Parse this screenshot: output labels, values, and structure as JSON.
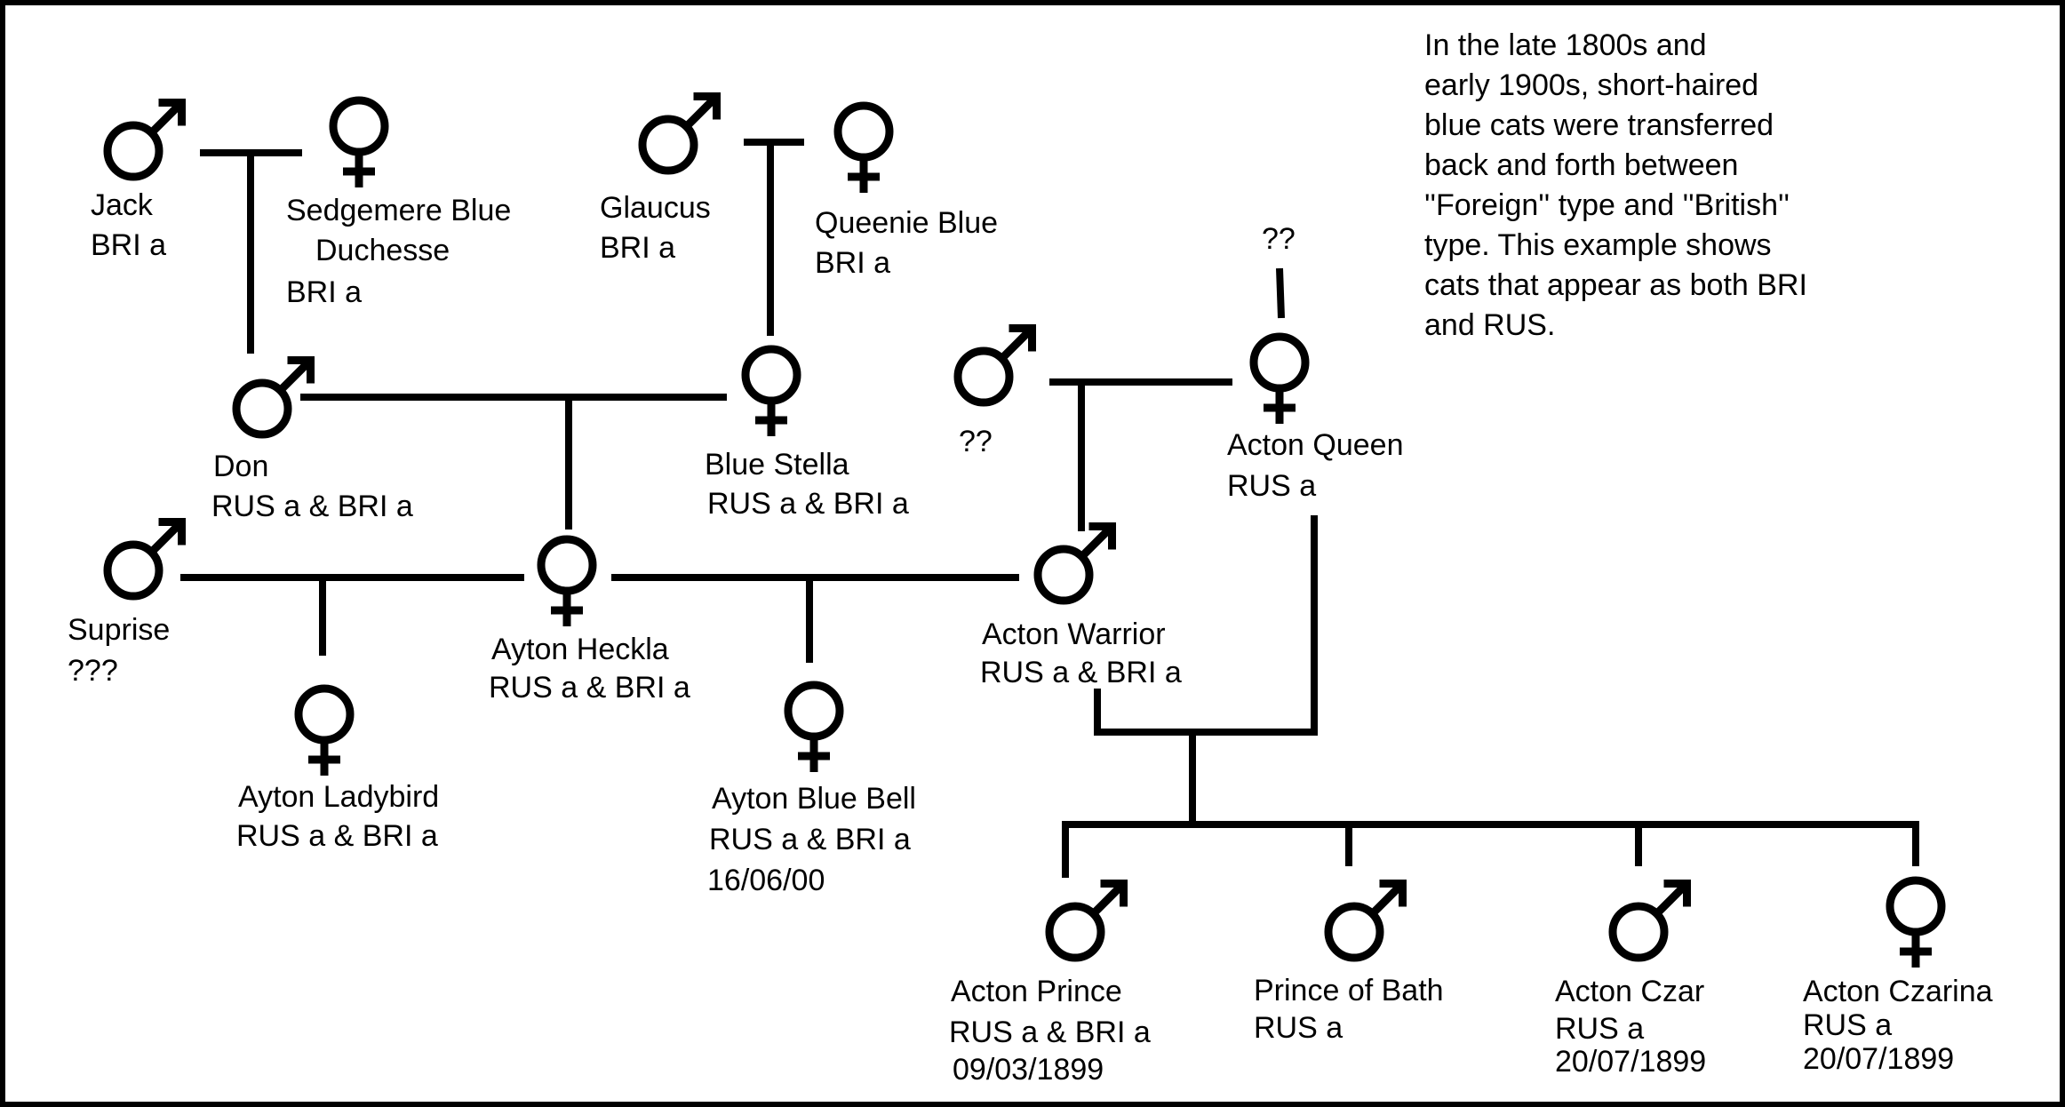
{
  "note": {
    "lines": [
      "In the late 1800s and",
      "early 1900s, short-haired",
      "blue cats were transferred",
      "back and forth between",
      "''Foreign'' type and ''British''",
      "type. This example shows",
      "cats that appear as both BRI",
      "and RUS."
    ]
  },
  "cats": {
    "jack": {
      "sex": "male",
      "lines": [
        "Jack",
        "BRI a"
      ]
    },
    "sedgemere": {
      "sex": "female",
      "lines": [
        "Sedgemere Blue",
        "Duchesse",
        "BRI a"
      ]
    },
    "glaucus": {
      "sex": "male",
      "lines": [
        "Glaucus",
        "BRI a"
      ]
    },
    "queenie": {
      "sex": "female",
      "lines": [
        "Queenie Blue",
        "BRI a"
      ]
    },
    "unknown_mother": {
      "sex": "unknown",
      "lines": [
        "??"
      ]
    },
    "don": {
      "sex": "male",
      "lines": [
        "Don",
        "RUS a  & BRI a"
      ]
    },
    "blue_stella": {
      "sex": "female",
      "lines": [
        "Blue Stella",
        "RUS a  & BRI a"
      ]
    },
    "unknown_male": {
      "sex": "male",
      "lines": [
        "??"
      ]
    },
    "acton_queen": {
      "sex": "female",
      "lines": [
        "Acton Queen",
        "RUS a"
      ]
    },
    "suprise": {
      "sex": "male",
      "lines": [
        "Suprise",
        "???"
      ]
    },
    "ayton_heckla": {
      "sex": "female",
      "lines": [
        "Ayton Heckla",
        "RUS a  & BRI a"
      ]
    },
    "acton_warrior": {
      "sex": "male",
      "lines": [
        "Acton Warrior",
        "RUS a  & BRI a"
      ]
    },
    "ayton_ladybird": {
      "sex": "female",
      "lines": [
        "Ayton Ladybird",
        "RUS a  & BRI a"
      ]
    },
    "ayton_blue_bell": {
      "sex": "female",
      "lines": [
        "Ayton Blue Bell",
        "RUS a  & BRI a",
        "16/06/00"
      ]
    },
    "acton_prince": {
      "sex": "male",
      "lines": [
        "Acton Prince",
        "RUS a  & BRI a",
        "09/03/1899"
      ]
    },
    "prince_of_bath": {
      "sex": "male",
      "lines": [
        "Prince of Bath",
        "RUS a"
      ]
    },
    "acton_czar": {
      "sex": "male",
      "lines": [
        "Acton Czar",
        "RUS a",
        "20/07/1899"
      ]
    },
    "acton_czarina": {
      "sex": "female",
      "lines": [
        "Acton Czarina",
        "RUS a",
        "20/07/1899"
      ]
    }
  }
}
